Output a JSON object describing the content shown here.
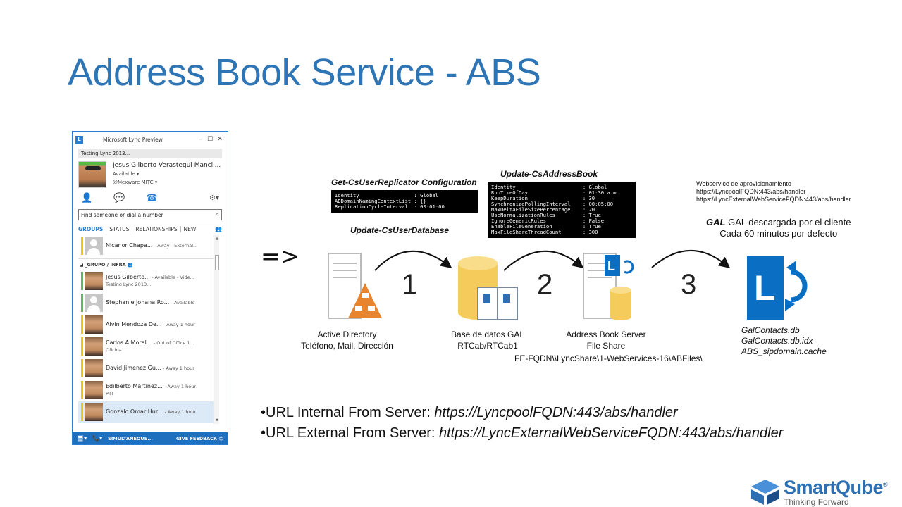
{
  "slide": {
    "title": "Address Book Service - ABS",
    "arrow": "=>",
    "bullets": [
      {
        "prefix": "•URL Internal From Server: ",
        "url": "https://LyncpoolFQDN:443/abs/handler"
      },
      {
        "prefix": "•URL External From Server: ",
        "url": "https://LyncExternalWebServiceFQDN:443/abs/handler"
      }
    ],
    "brand": {
      "name": "SmartQube",
      "reg": "®",
      "tagline": "Thinking Forward",
      "color": "#2d6fb3"
    },
    "title_color": "#2e75b6"
  },
  "lync": {
    "window_title": "Microsoft Lync Preview",
    "logo_letter": "L",
    "status_note": "Testing Lync 2013...",
    "user": {
      "name": "Jesus Gilberto Verastegui Mancil...",
      "availability": "Available ▾",
      "location": "@Mexware MITC ▾"
    },
    "search_placeholder": "Find someone or dial a number",
    "tabs": [
      "GROUPS",
      "STATUS",
      "RELATIONSHIPS",
      "NEW"
    ],
    "group_name": "◢ _GRUPO / INFRA",
    "contacts": [
      {
        "name": "Nicanor Chapa...",
        "status": "- Away - External...",
        "note": "",
        "color": "#f2c811",
        "avatar": "gray"
      },
      {
        "name": "Jesus Gilberto...",
        "status": "- Available - Vide...",
        "note": "Testing Lync 2013...",
        "color": "#5cb85c",
        "avatar": "face"
      },
      {
        "name": "Stephanie Johana Ro...",
        "status": "- Available",
        "note": "",
        "color": "#5cb85c",
        "avatar": "gray"
      },
      {
        "name": "Alvin Mendoza De...",
        "status": "- Away 1 hour",
        "note": "",
        "color": "#f2c811",
        "avatar": "face"
      },
      {
        "name": "Carlos A Moral...",
        "status": "- Out of Office 1...",
        "note": "Oficina",
        "color": "#f2c811",
        "avatar": "face"
      },
      {
        "name": "David Jimenez Gu...",
        "status": "- Away 1 hour",
        "note": "",
        "color": "#f2c811",
        "avatar": "face"
      },
      {
        "name": "Edilberto Martinez...",
        "status": "- Away 1 hour",
        "note": "PIIT",
        "color": "#f2c811",
        "avatar": "face"
      },
      {
        "name": "Gonzalo Omar Hur...",
        "status": "- Away 1 hour",
        "note": "",
        "color": "#f2c811",
        "avatar": "face"
      }
    ],
    "footer": {
      "simultaneous": "SIMULTANEOUS...",
      "feedback": "GIVE FEEDBACK"
    }
  },
  "diagram": {
    "cmd1_title": "Get-CsUserReplicator Configuration",
    "cmd1_lines": [
      "Identity                  : Global",
      "ADDomainNamingContextList : {}",
      "ReplicationCycleInterval  : 00:01:00"
    ],
    "cmd2_title": "Update-CsUserDatabase",
    "cmd3_title": "Update-CsAddressBook",
    "cmd3_lines": [
      "Identity                      : Global",
      "RunTimeOfDay                  : 01:30 a.m.",
      "KeepDuration                  : 30",
      "SynchronizePollingInterval    : 00:05:00",
      "MaxDeltaFileSizePercentage    : 20",
      "UseNormalizationRules         : True",
      "IgnoreGenericRules            : False",
      "EnableFileGeneration          : True",
      "MaxFileShareThreadCount       : 300"
    ],
    "webservice_lines": [
      "Webservice de aprovisionamiento",
      "https://LyncpoolFQDN:443/abs/handler",
      "https://LyncExternalWebServiceFQDN:443/abs/handler"
    ],
    "gal_note_lines": [
      "GAL descargada por el cliente",
      "Cada 60 minutos por defecto"
    ],
    "steps": [
      "1",
      "2",
      "3"
    ],
    "ad_lines": [
      "Active Directory",
      "Teléfono, Mail, Dirección"
    ],
    "db_lines": [
      "Base de datos GAL",
      "RTCab/RTCab1"
    ],
    "abs_lines": [
      "Address Book Server",
      "File Share"
    ],
    "share_path": "FE-FQDN\\\\LyncShare\\1-WebServices-16\\ABFiles\\",
    "files": [
      "GalContacts.db",
      "GalContacts.db.idx",
      "ABS_sipdomain.cache"
    ],
    "colors": {
      "warning": "#e8832e",
      "db": "#f5cb5c",
      "lync_blue": "#0a6fc2"
    }
  }
}
